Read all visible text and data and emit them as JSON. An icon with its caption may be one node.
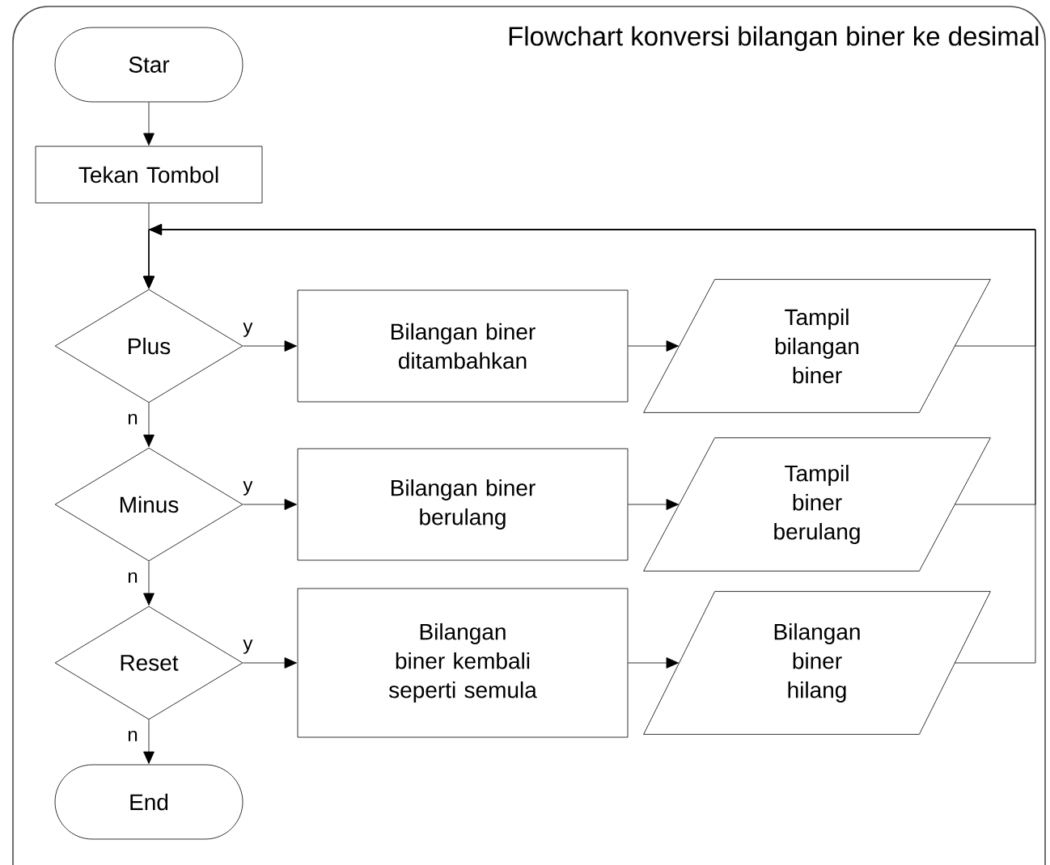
{
  "diagram": {
    "title": "Flowchart konversi bilangan biner ke desimal",
    "nodes": [
      {
        "text": [
          "Star"
        ]
      },
      {
        "text": [
          "Tekan Tombol"
        ]
      },
      {
        "text": [
          "Plus"
        ]
      },
      {
        "text": [
          "Bilangan biner ditambahkan"
        ]
      },
      {
        "text": [
          "Tampil bilangan biner"
        ]
      },
      {
        "text": [
          "Minus"
        ]
      },
      {
        "text": [
          "Bilangan biner berulang"
        ]
      },
      {
        "text": [
          "Tampil biner berulang"
        ]
      },
      {
        "text": [
          "Reset"
        ]
      },
      {
        "text": [
          "Bilangan biner kembali seperti semula"
        ]
      },
      {
        "text": [
          "Bilangan biner hilang"
        ]
      },
      {
        "text": [
          "End"
        ]
      }
    ],
    "edges": [
      {
        "from": 0,
        "to": 1,
        "arrow": "to"
      },
      {
        "from": 1,
        "to": 2,
        "arrow": "to"
      },
      {
        "from": 2,
        "to": 3,
        "arrow": "to",
        "label": "y"
      },
      {
        "from": 3,
        "to": 4,
        "arrow": "to"
      },
      {
        "from": 2,
        "to": 5,
        "arrow": "to",
        "label": "n"
      },
      {
        "from": 5,
        "to": 6,
        "arrow": "to",
        "label": "y"
      },
      {
        "from": 6,
        "to": 7,
        "arrow": "to"
      },
      {
        "from": 5,
        "to": 8,
        "arrow": "to",
        "label": "n"
      },
      {
        "from": 8,
        "to": 9,
        "arrow": "to",
        "label": "y"
      },
      {
        "from": 9,
        "to": 10,
        "arrow": "to"
      },
      {
        "from": 8,
        "to": 11,
        "arrow": "to",
        "label": "n"
      },
      {
        "from": 4,
        "to": 2,
        "arrow": "to"
      },
      {
        "from": 7,
        "to": 2,
        "arrow": "to"
      },
      {
        "from": 10,
        "to": 2,
        "arrow": "to"
      }
    ]
  }
}
